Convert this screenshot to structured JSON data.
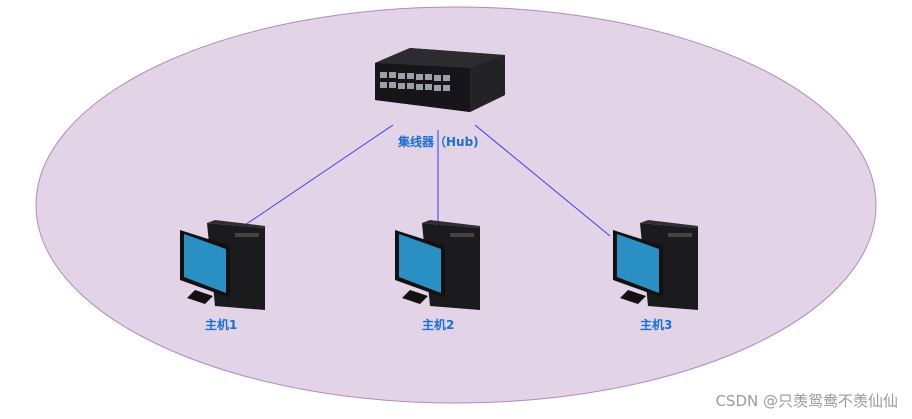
{
  "hub": {
    "label": "集线器（Hub)"
  },
  "hosts": [
    {
      "label": "主机1"
    },
    {
      "label": "主机2"
    },
    {
      "label": "主机3"
    }
  ],
  "watermark": "CSDN @只羡鸳鸯不羡仙仙",
  "colors": {
    "ellipse_fill": "#e2d4e6",
    "ellipse_stroke": "#b28ac0",
    "link_line": "#3c3cff",
    "label_text": "#1a6fd1"
  }
}
